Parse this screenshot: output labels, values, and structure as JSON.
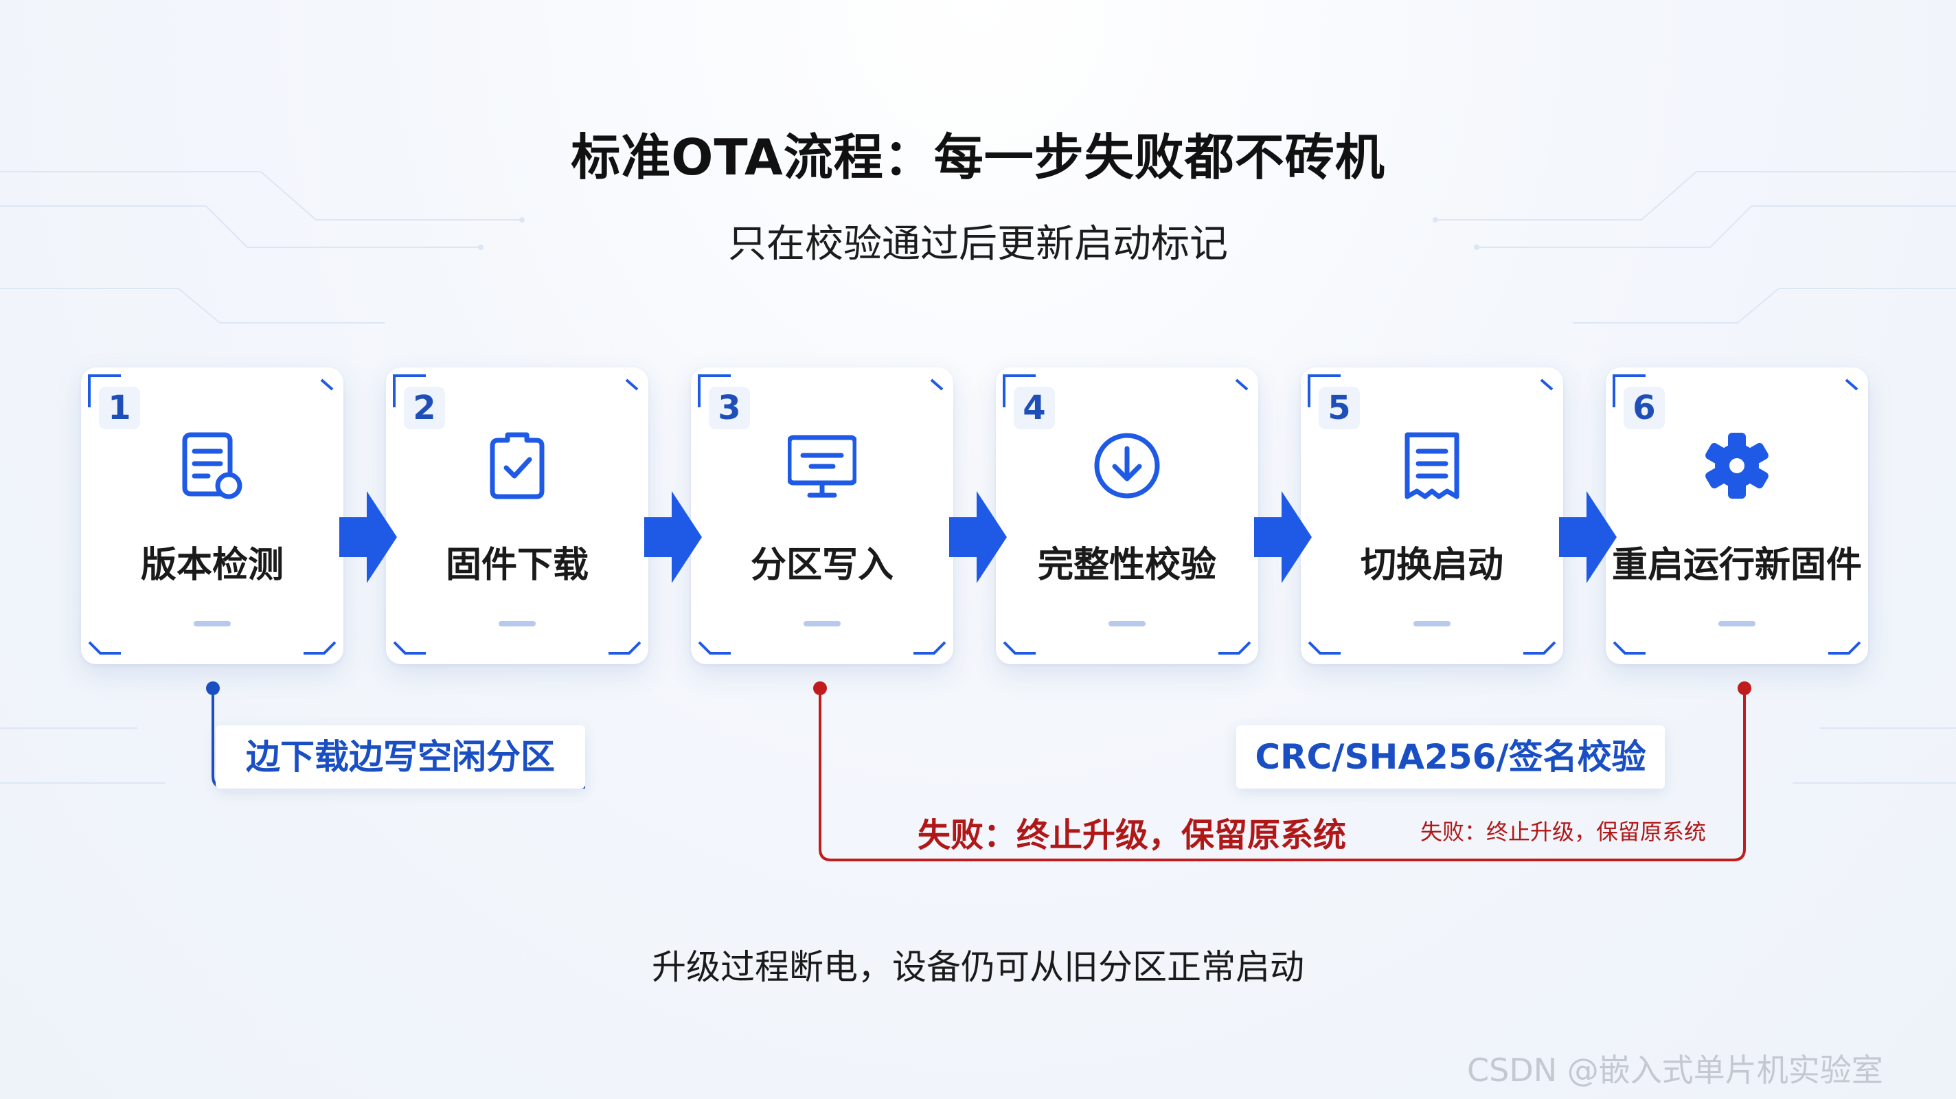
{
  "title": "标准OTA流程：每一步失败都不砖机",
  "subtitle": "只在校验通过后更新启动标记",
  "colors": {
    "accent": "#1e5ae6",
    "accent_dark": "#1a4fc4",
    "fail": "#b01818",
    "dash": "#b7c9ee"
  },
  "steps": [
    {
      "number": "1",
      "label": "版本检测",
      "icon": "document-search-icon"
    },
    {
      "number": "2",
      "label": "固件下载",
      "icon": "clipboard-check-icon"
    },
    {
      "number": "3",
      "label": "分区写入",
      "icon": "monitor-icon"
    },
    {
      "number": "4",
      "label": "完整性校验",
      "icon": "download-circle-icon"
    },
    {
      "number": "5",
      "label": "切换启动",
      "icon": "receipt-icon"
    },
    {
      "number": "6",
      "label": "重启运行新固件",
      "icon": "gear-icon"
    }
  ],
  "notes": {
    "download": "边下载边写空闲分区",
    "verify": "CRC/SHA256/签名校验",
    "fail_main": "失败：终止升级，保留原系统",
    "fail_small": "失败：终止升级，保留原系统"
  },
  "footer": "升级过程断电，设备仍可从旧分区正常启动",
  "watermark": "CSDN @嵌入式单片机实验室"
}
